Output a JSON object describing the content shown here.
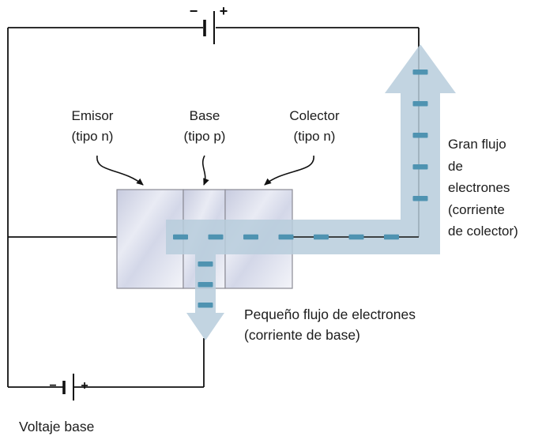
{
  "figure": {
    "region_labels": {
      "emitter": "Emisor\n(tipo n)",
      "base": "Base\n(tipo p)",
      "collector": "Colector\n(tipo n)"
    },
    "flow_labels": {
      "collector_current": "Gran flujo\nde\nelectrones\n(corriente\nde colector)",
      "base_current": "Pequeño flujo de electrones\n(corriente de base)"
    },
    "battery_top": {
      "minus": "−",
      "plus": "+"
    },
    "battery_bottom": {
      "minus": "−",
      "plus": "+",
      "label": "Voltaje base"
    },
    "colors": {
      "flow_fill": "#b7cddc",
      "flow_dash": "#4f93b1",
      "wire": "#111111",
      "block_border": "#8b8b95"
    }
  }
}
